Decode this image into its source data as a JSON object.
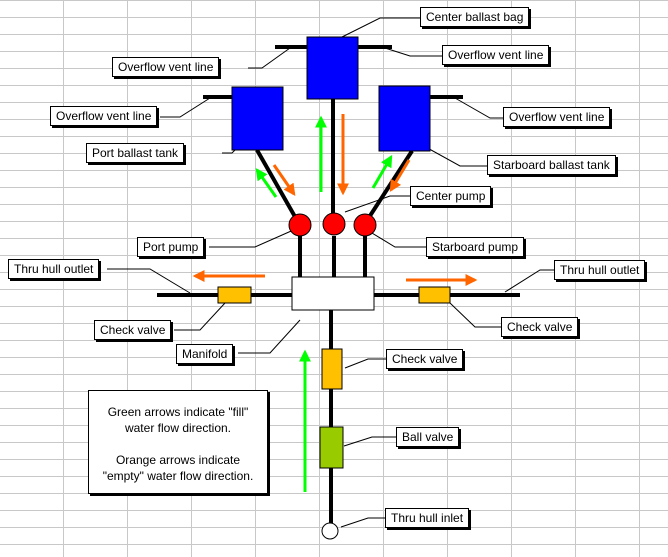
{
  "labels": {
    "center_ballast_bag": "Center ballast bag",
    "overflow_vent_right_top": "Overflow vent line",
    "overflow_vent_left_top": "Overflow vent line",
    "overflow_vent_left": "Overflow vent line",
    "overflow_vent_right": "Overflow vent line",
    "port_ballast_tank": "Port ballast tank",
    "starboard_ballast_tank": "Starboard ballast tank",
    "center_pump": "Center pump",
    "port_pump": "Port pump",
    "starboard_pump": "Starboard pump",
    "thru_hull_outlet_left": "Thru hull outlet",
    "thru_hull_outlet_right": "Thru hull outlet",
    "check_valve_left": "Check valve",
    "check_valve_right": "Check valve",
    "manifold": "Manifold",
    "check_valve_center": "Check valve",
    "ball_valve": "Ball valve",
    "thru_hull_inlet": "Thru hull inlet"
  },
  "legend": {
    "fill_line1": "Green arrows indicate \"fill\"",
    "fill_line2": "water flow direction.",
    "empty_line1": "Orange arrows indicate",
    "empty_line2": "\"empty\" water flow direction."
  },
  "colors": {
    "tank": "#0000ff",
    "pump": "#ff0000",
    "valve": "#ffc000",
    "ball_valve": "#99cc00",
    "fill_arrow": "#00ff00",
    "empty_arrow": "#ff6600"
  }
}
